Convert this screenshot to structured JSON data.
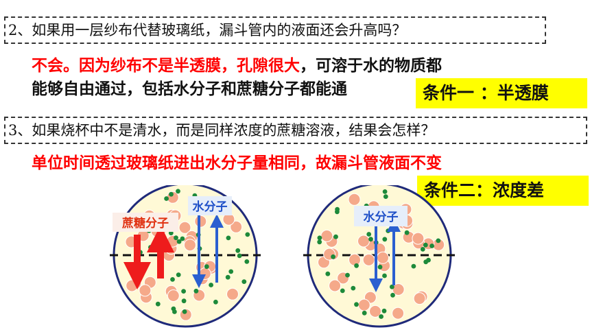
{
  "question2": "2、如果用一层纱布代替玻璃纸，漏斗管内的液面还会升高吗？",
  "answer2": {
    "part1_red": "不会。因为纱布不是半透膜，孔隙很大",
    "part1_dark": "，可溶于水的物质都",
    "line2": "能够自由通过，包括水分子和蔗糖分子都能通"
  },
  "condition1": "条件一 ：半透膜",
  "question3": "3、如果烧杯中不是清水，而是同样浓度的蔗糖溶液，结果会怎样？",
  "answer3": "单位时间透过玻璃纸进出水分子量相同，故漏斗管液面不变",
  "condition2": "条件二：浓度差",
  "diagram_left": {
    "sucrose_label": "蔗糖分子",
    "water_label": "水分子"
  },
  "diagram_right": {
    "water_label": "水分子"
  },
  "colors": {
    "sucrose": "#f5a98a",
    "water": "#1d8a3a",
    "circle_fill": "#fff9d6",
    "circle_border": "#1f2a7a",
    "red_arrow": "#ee1c1c",
    "blue_arrow": "#2a5fd0",
    "highlight": "#ffff00"
  }
}
